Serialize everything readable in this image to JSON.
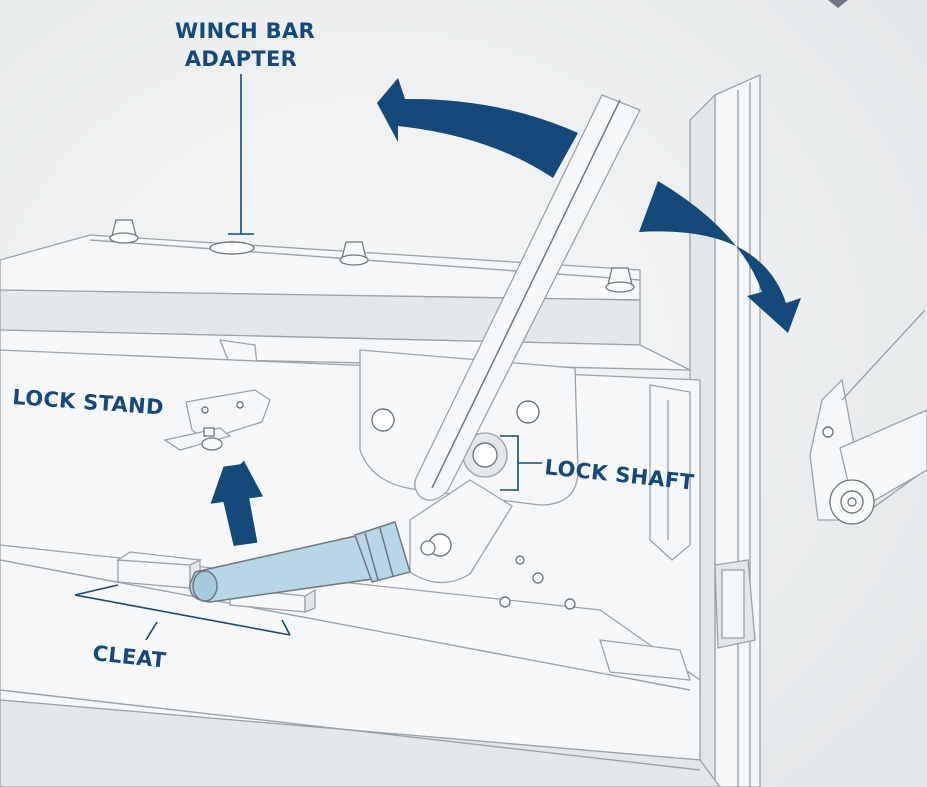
{
  "labels": {
    "winch_bar_adapter_line1": "WINCH BAR",
    "winch_bar_adapter_line2": "ADAPTER",
    "lock_stand": "LOCK STAND",
    "lock_shaft": "LOCK SHAFT",
    "cleat": "CLEAT"
  },
  "colors": {
    "accent": "#14497a",
    "handle_highlight": "#b9d6e6",
    "line_art": "#6f7880",
    "background": "#eef0f1"
  },
  "icons": {
    "rotation_arrow": "curved-arrow",
    "lift_arrow": "straight-arrow-up"
  }
}
